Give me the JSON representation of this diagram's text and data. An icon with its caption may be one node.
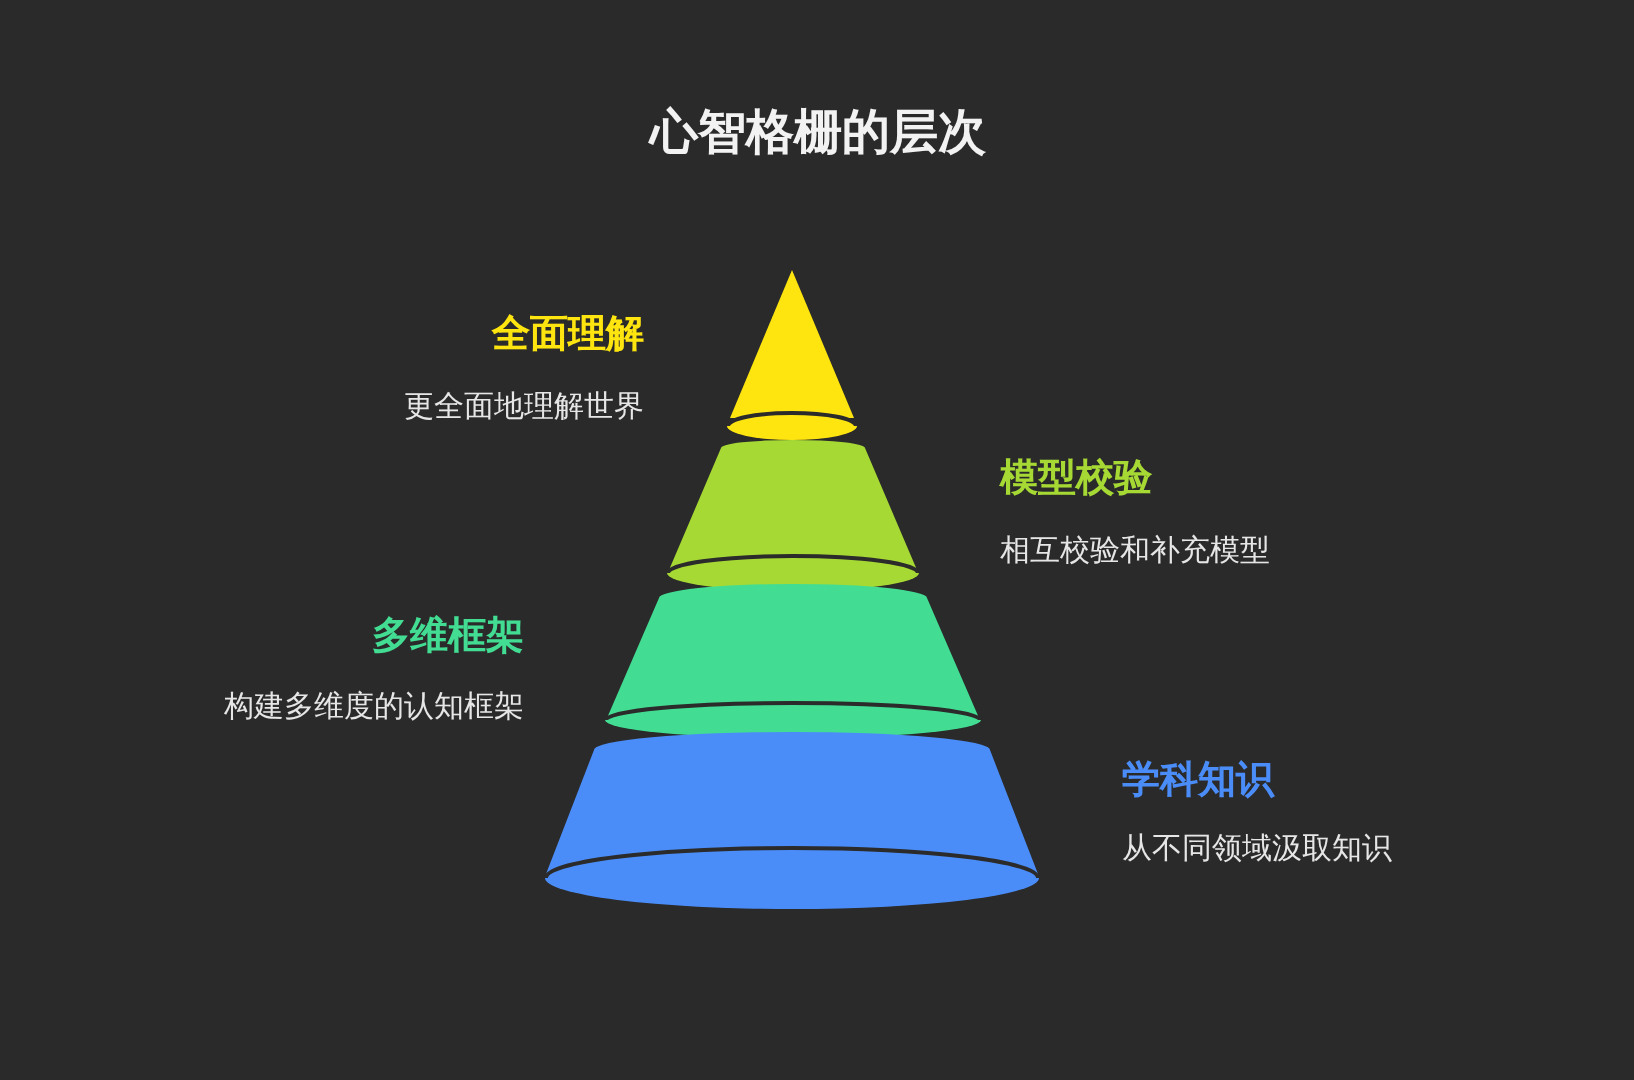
{
  "diagram": {
    "title": "心智格栅的层次",
    "nodes": [
      {
        "text": [
          "全面理解",
          "更全面地理解世界"
        ]
      },
      {
        "text": [
          "模型校验",
          "相互校验和补充模型"
        ]
      },
      {
        "text": [
          "多维框架",
          "构建多维度的认知框架"
        ]
      },
      {
        "text": [
          "学科知识",
          "从不同领域汲取知识"
        ]
      }
    ]
  }
}
